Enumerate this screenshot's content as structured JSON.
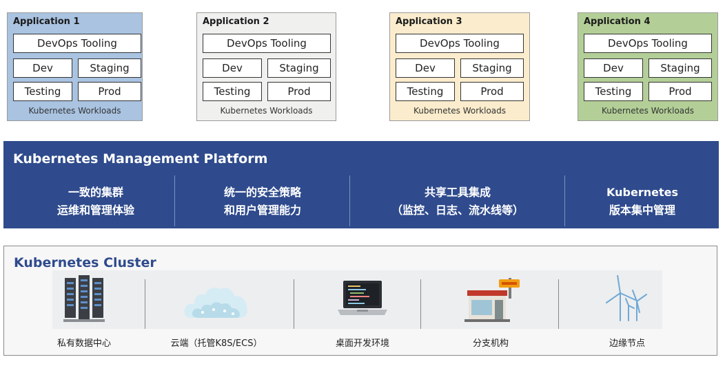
{
  "applications": [
    {
      "title": "Application 1",
      "tooling": "DevOps Tooling",
      "dev": "Dev",
      "staging": "Staging",
      "testing": "Testing",
      "prod": "Prod",
      "footer": "Kubernetes Workloads"
    },
    {
      "title": "Application 2",
      "tooling": "DevOps Tooling",
      "dev": "Dev",
      "staging": "Staging",
      "testing": "Testing",
      "prod": "Prod",
      "footer": "Kubernetes Workloads"
    },
    {
      "title": "Application 3",
      "tooling": "DevOps Tooling",
      "dev": "Dev",
      "staging": "Staging",
      "testing": "Testing",
      "prod": "Prod",
      "footer": "Kubernetes Workloads"
    },
    {
      "title": "Application 4",
      "tooling": "DevOps Tooling",
      "dev": "Dev",
      "staging": "Staging",
      "testing": "Testing",
      "prod": "Prod",
      "footer": "Kubernetes Workloads"
    }
  ],
  "platform": {
    "title": "Kubernetes Management Platform",
    "columns": [
      {
        "line1": "一致的集群",
        "line2": "运维和管理体验"
      },
      {
        "line1": "统一的安全策略",
        "line2": "和用户管理能力"
      },
      {
        "line1": "共享工具集成",
        "line2": "（监控、日志、流水线等）"
      },
      {
        "line1": "Kubernetes",
        "line2": "版本集中管理"
      }
    ]
  },
  "cluster": {
    "title": "Kubernetes Cluster",
    "items": [
      {
        "label": "私有数据中心",
        "icon": "server-rack-icon"
      },
      {
        "label": "云端（托管K8S/ECS）",
        "icon": "cloud-icon"
      },
      {
        "label": "桌面开发环境",
        "icon": "laptop-icon"
      },
      {
        "label": "分支机构",
        "icon": "storefront-icon"
      },
      {
        "label": "边缘节点",
        "icon": "wind-turbine-icon"
      }
    ]
  },
  "colors": {
    "app1": "#a9c3e1",
    "app2": "#f0f0ef",
    "app3": "#faeccc",
    "app4": "#b3cf97",
    "platform": "#2f4b8d",
    "cluster_title": "#2f4b8d"
  }
}
